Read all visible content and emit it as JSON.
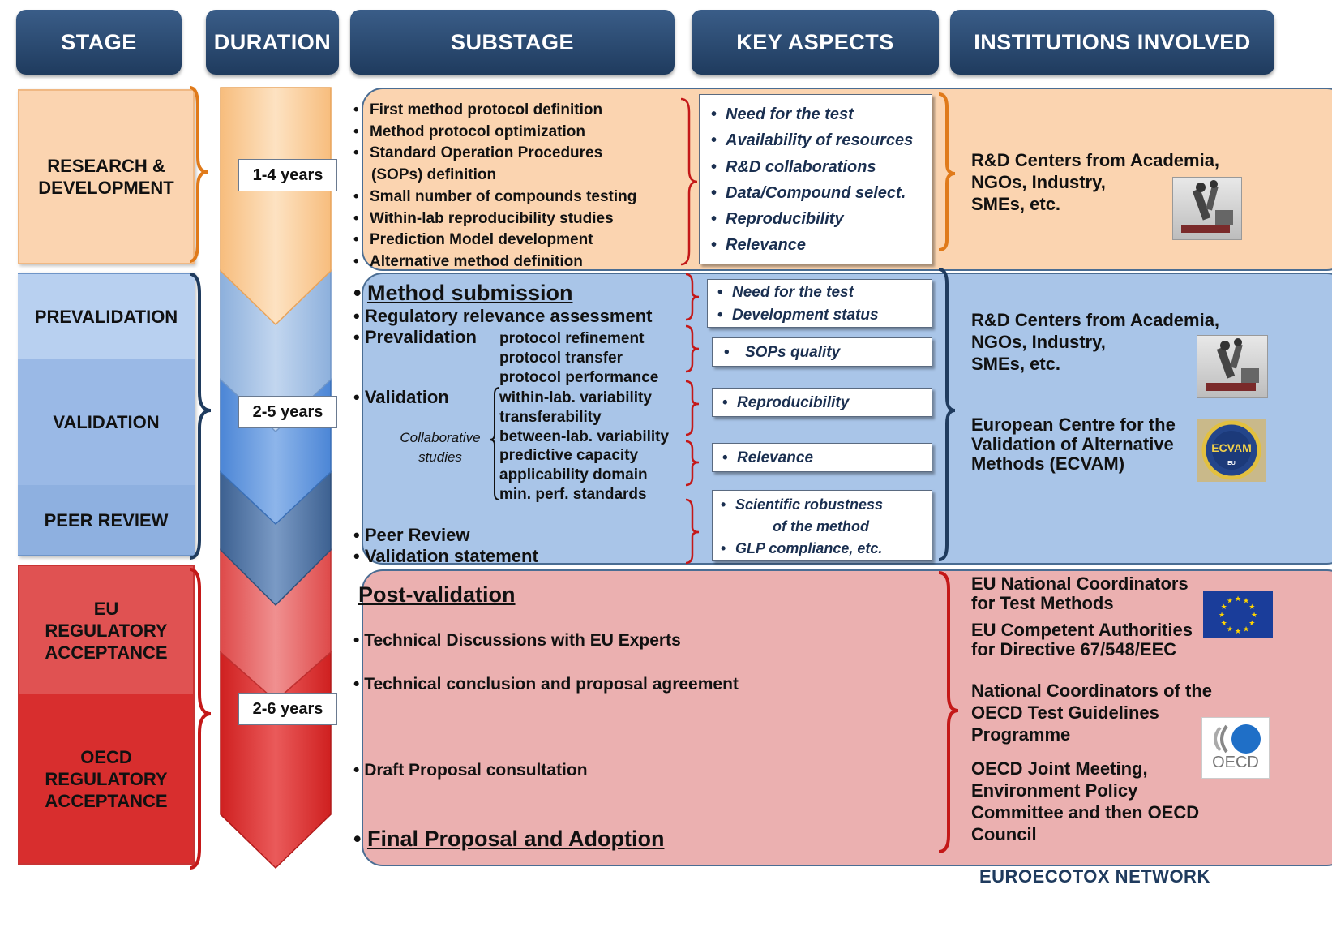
{
  "headers": [
    "STAGE",
    "DURATION",
    "SUBSTAGE",
    "KEY ASPECTS",
    "INSTITUTIONS INVOLVED"
  ],
  "stages": {
    "rd": "RESEARCH &\nDEVELOPMENT",
    "prevalidation": "PREVALIDATION",
    "validation": "VALIDATION",
    "peer_review": "PEER REVIEW",
    "eu": "EU\nREGULATORY\nACCEPTANCE",
    "oecd": "OECD\nREGULATORY\nACCEPTANCE"
  },
  "durations": [
    "1-4 years",
    "2-5 years",
    "2-6 years"
  ],
  "rd_substages": [
    "First method protocol definition",
    "Method protocol optimization",
    "Standard Operation Procedures",
    "(SOPs) definition",
    "Small number of compounds testing",
    "Within-lab reproducibility studies",
    "Prediction Model development",
    "Alternative method definition"
  ],
  "rd_key_aspects": [
    "Need for the test",
    "Availability of resources",
    "R&D collaborations",
    "Data/Compound select.",
    "Reproducibility",
    "Relevance"
  ],
  "val_substages": {
    "method_submission": "Method submission",
    "regulatory_relevance": "Regulatory relevance assessment",
    "prevalidation": "Prevalidation",
    "prevalidation_items": [
      "protocol refinement",
      "protocol transfer",
      "protocol performance"
    ],
    "validation": "Validation",
    "collaborative": "Collaborative\nstudies",
    "validation_items": [
      "within-lab. variability",
      "transferability",
      "between-lab. variability",
      "predictive capacity",
      "applicability domain",
      "min. perf. standards"
    ],
    "peer_review": "Peer Review",
    "validation_statement": "Validation statement"
  },
  "val_key_aspects": {
    "box1": [
      "Need for the test",
      "Development status"
    ],
    "box2": [
      "SOPs quality"
    ],
    "box3": [
      "Reproducibility"
    ],
    "box4": [
      "Relevance"
    ],
    "box5_line1": "Scientific robustness",
    "box5_line2": "of the method",
    "box5_line3": "GLP compliance, etc."
  },
  "post": {
    "title": "Post-validation",
    "items": [
      "Technical Discussions with EU Experts",
      "Technical conclusion and proposal agreement",
      "Draft Proposal consultation"
    ],
    "final": "Final Proposal and Adoption"
  },
  "institutions": {
    "rd": "R&D Centers from Academia,\nNGOs,   Industry,\nSMEs, etc.",
    "val1": "R&D Centers from Academia,\nNGOs, Industry,\n SMEs, etc.",
    "val2": "European Centre for   the\nValidation of Alternative\nMethods (ECVAM)",
    "post1": " EU National Coordinators\nfor Test Methods",
    "post2": "EU Competent Authorities\nfor Directive 67/548/EEC",
    "post3": "National Coordinators of the\nOECD Test Guidelines\nProgramme",
    "post4": "OECD Joint Meeting,\nEnvironment Policy\nCommittee and then OECD\nCouncil"
  },
  "logos": {
    "ecvam": "ECVAM",
    "eu_sub": "EU",
    "oecd": "OECD"
  },
  "footer": "EUROECOTOX NETWORK",
  "colors": {
    "header": "#26466c",
    "rd": "#fbd4b0",
    "val": "#a9c5e8",
    "post": "#ebb0b0",
    "brace_rd": "#e07a1a",
    "brace_val": "#1f3b5e",
    "brace_post": "#c41818"
  }
}
